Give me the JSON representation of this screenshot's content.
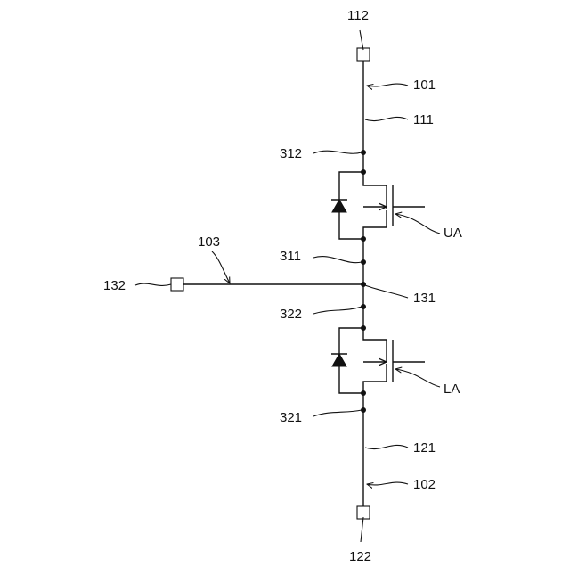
{
  "labels": {
    "terminal_top": "112",
    "line_top": "101",
    "segment_top": "111",
    "node_312": "312",
    "transistor_upper": "UA",
    "node_311": "311",
    "line_mid": "103",
    "terminal_mid": "132",
    "node_131": "131",
    "node_322": "322",
    "transistor_lower": "LA",
    "node_321": "321",
    "segment_bottom": "121",
    "line_bottom": "102",
    "terminal_bottom": "122"
  }
}
